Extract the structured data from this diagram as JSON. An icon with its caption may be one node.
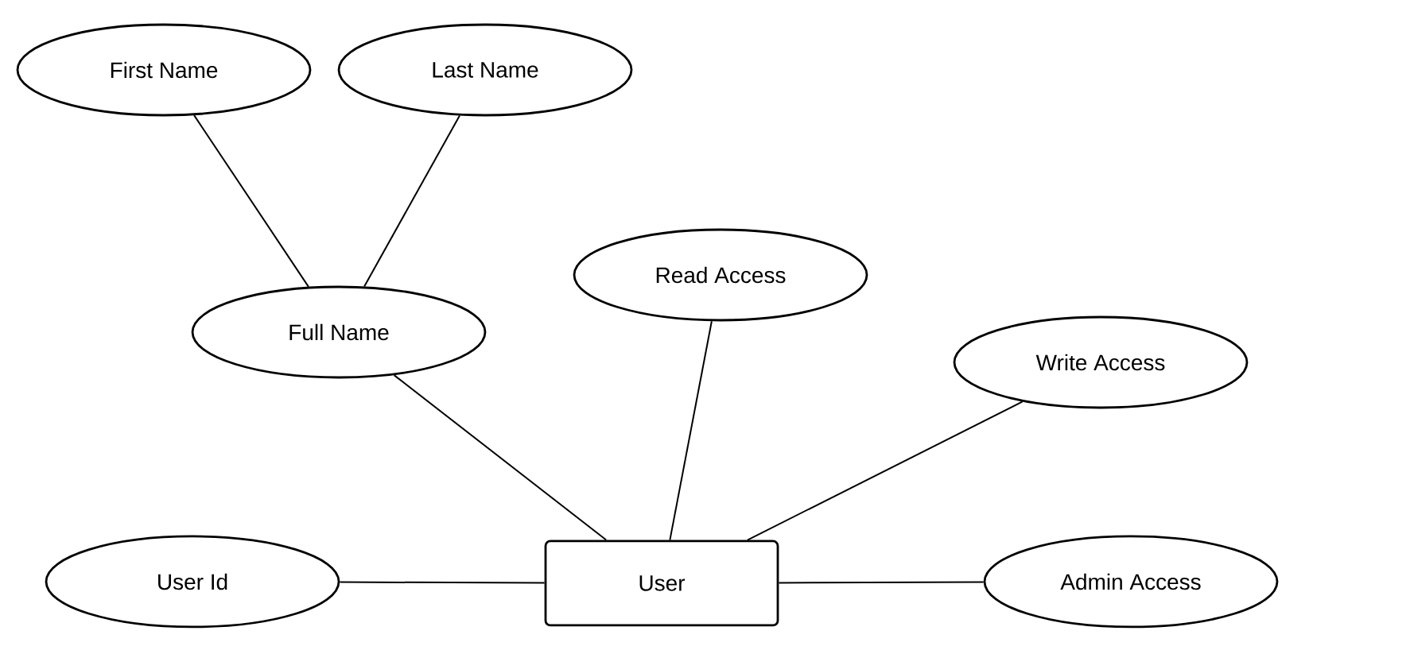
{
  "diagram": {
    "nodes": [
      {
        "text": [
          "First Name"
        ]
      },
      {
        "text": [
          "Last Name"
        ]
      },
      {
        "text": [
          "Full Name"
        ]
      },
      {
        "text": [
          "Read Access"
        ]
      },
      {
        "text": [
          "Write Access"
        ]
      },
      {
        "text": [
          "User Id"
        ]
      },
      {
        "text": [
          "User"
        ]
      },
      {
        "text": [
          "Admin Access"
        ]
      }
    ],
    "edges": [
      {
        "from": 0,
        "to": 2,
        "arrow": "none"
      },
      {
        "from": 1,
        "to": 2,
        "arrow": "none"
      },
      {
        "from": 2,
        "to": 6,
        "arrow": "none"
      },
      {
        "from": 3,
        "to": 6,
        "arrow": "none"
      },
      {
        "from": 4,
        "to": 6,
        "arrow": "none"
      },
      {
        "from": 5,
        "to": 6,
        "arrow": "none"
      },
      {
        "from": 6,
        "to": 7,
        "arrow": "none"
      }
    ]
  }
}
